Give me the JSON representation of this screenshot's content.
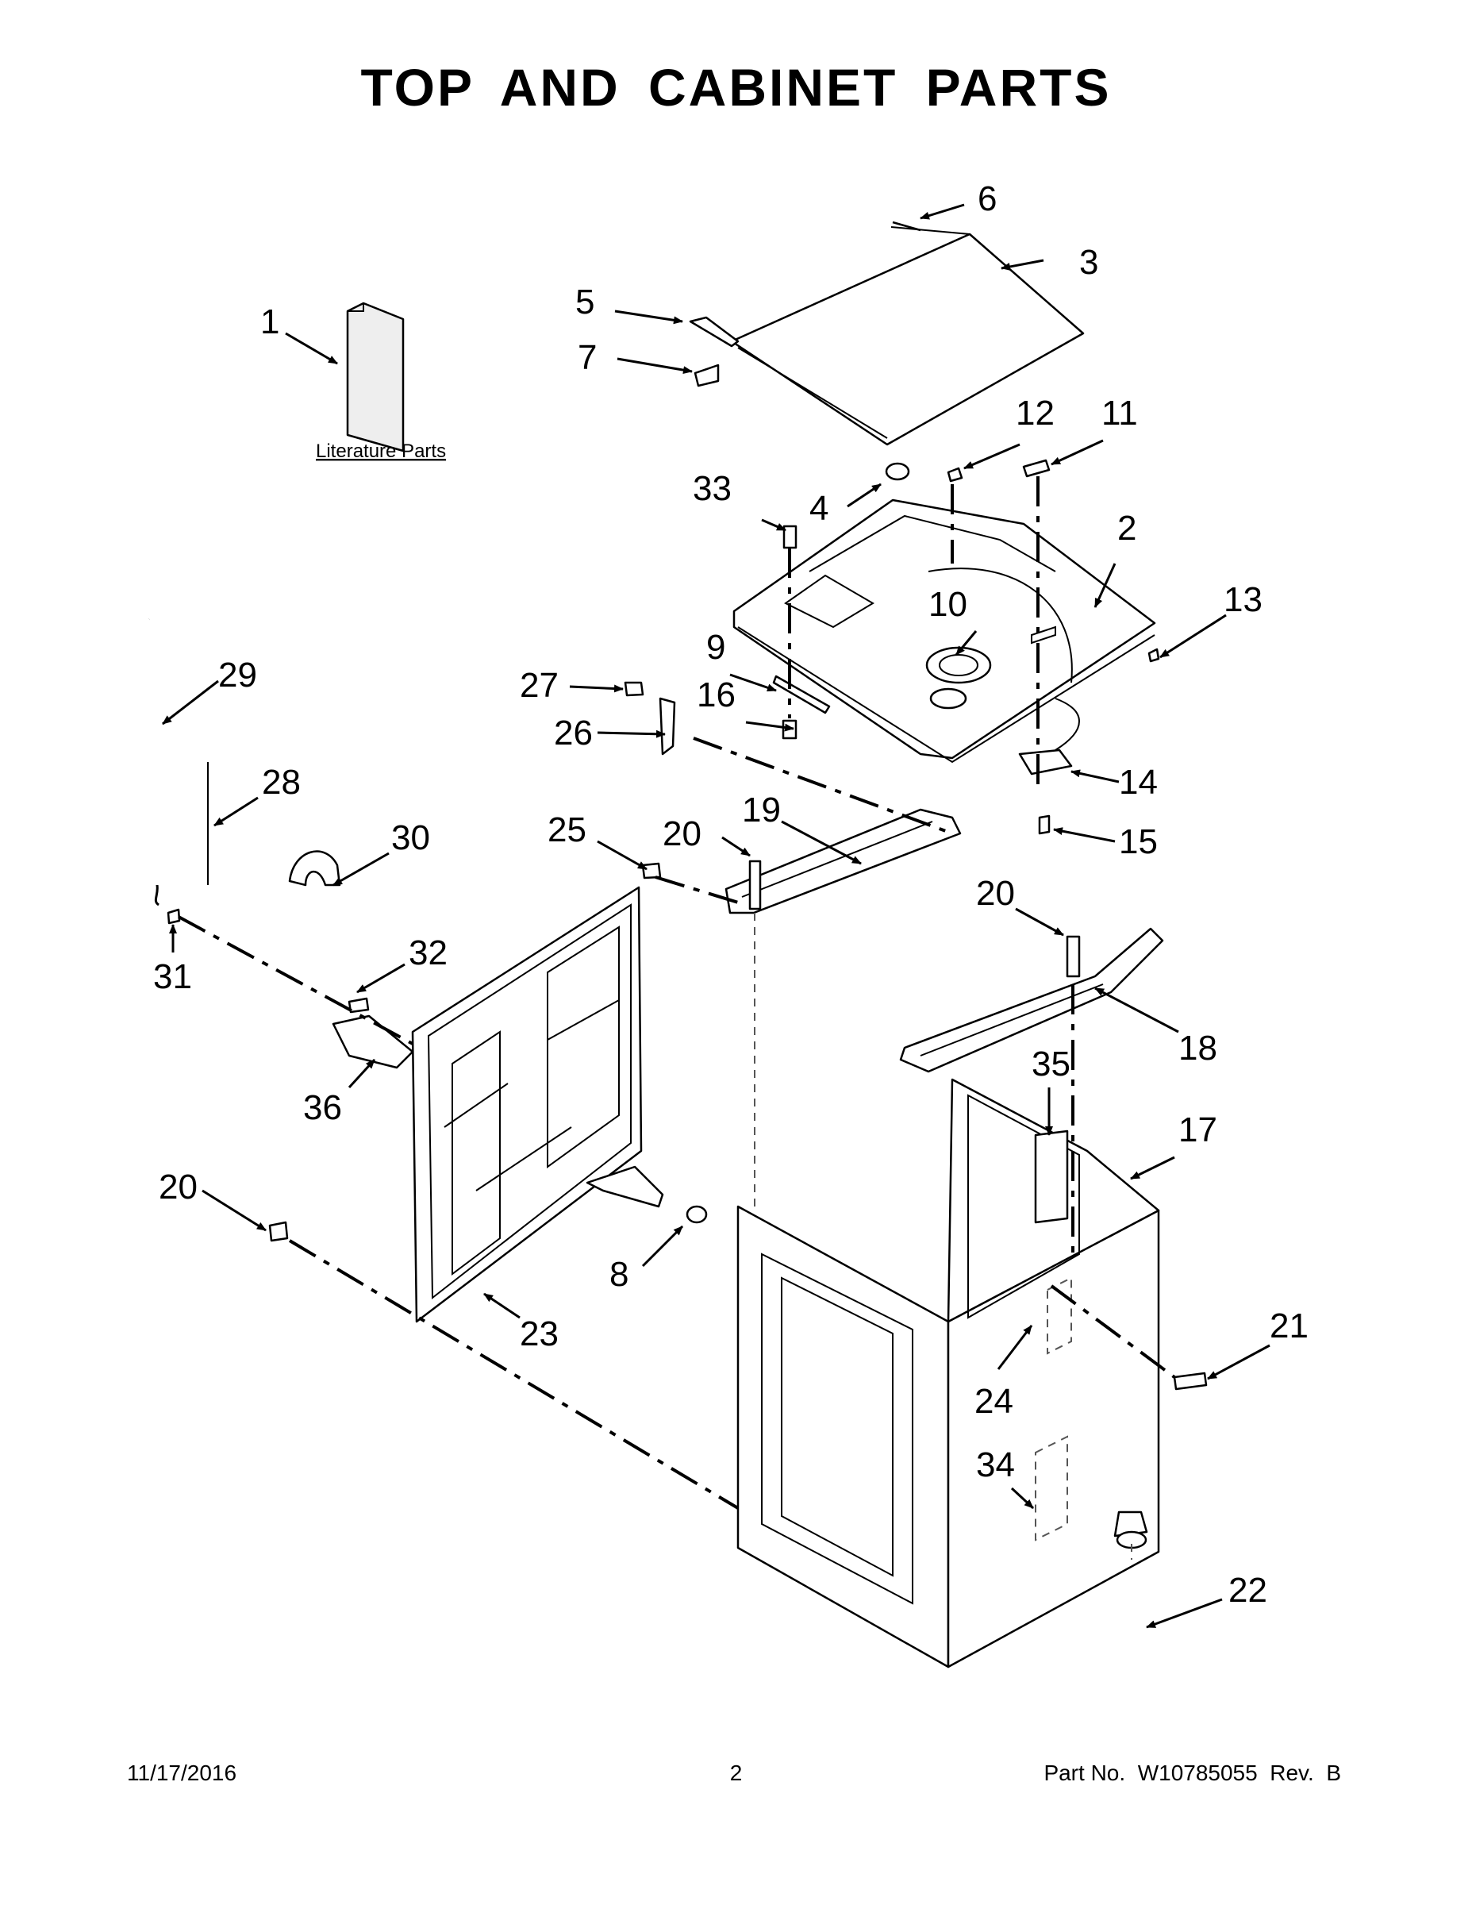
{
  "title": "TOP AND CABINET PARTS",
  "literature_label": "Literature Parts",
  "callouts": [
    "1",
    "2",
    "3",
    "4",
    "5",
    "6",
    "7",
    "8",
    "9",
    "10",
    "11",
    "12",
    "13",
    "14",
    "15",
    "16",
    "17",
    "18",
    "19",
    "20",
    "20",
    "20",
    "21",
    "22",
    "23",
    "24",
    "25",
    "26",
    "27",
    "28",
    "29",
    "30",
    "31",
    "32",
    "33",
    "34",
    "35",
    "36"
  ],
  "footer": {
    "date": "11/17/2016",
    "page": "2",
    "part": "Part No.  W10785055  Rev.  B"
  }
}
